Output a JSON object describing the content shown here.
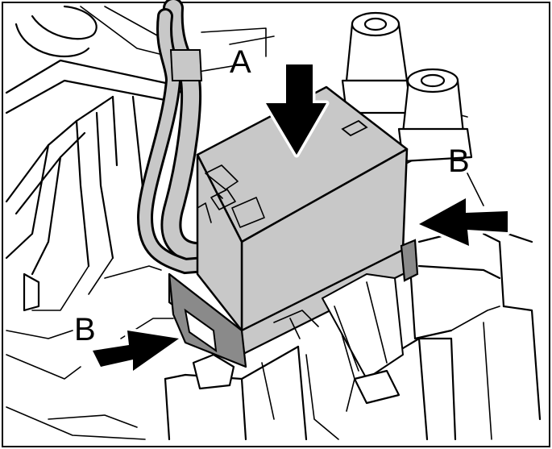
{
  "labels": {
    "top": "A",
    "right": "B",
    "left": "B"
  },
  "colors": {
    "component_fill": "#c8c8c8",
    "component_dark": "#8a8a8a",
    "line": "#000000",
    "background": "#ffffff"
  }
}
